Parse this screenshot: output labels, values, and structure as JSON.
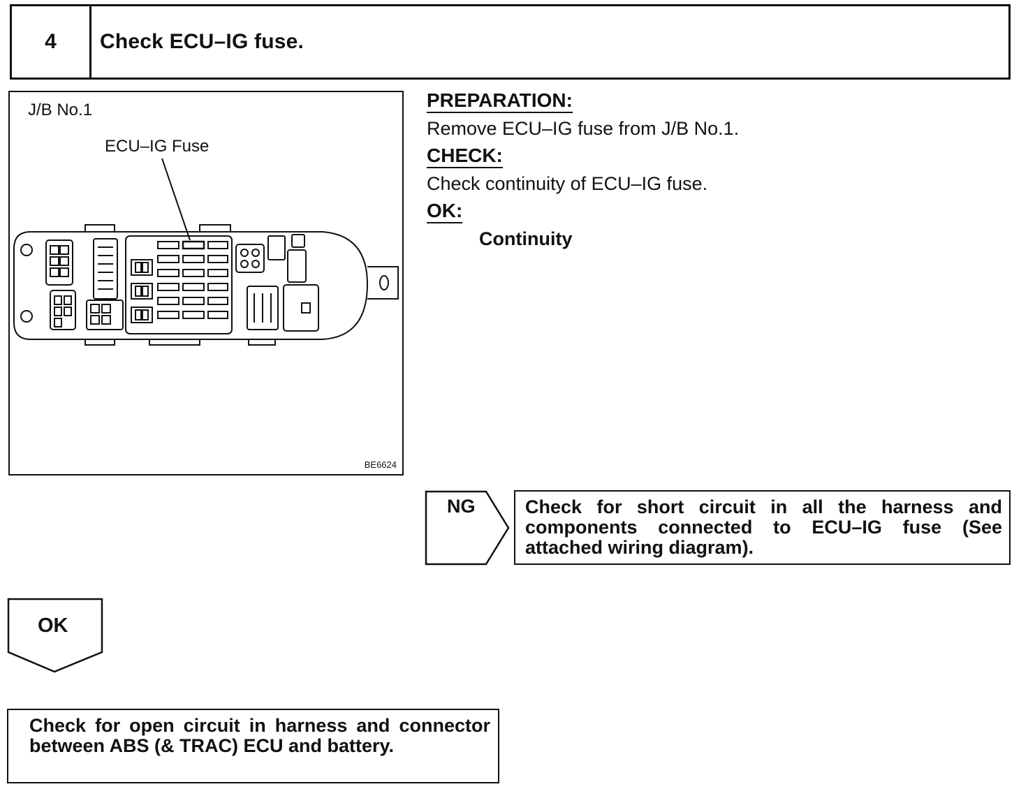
{
  "step": {
    "number": "4",
    "title": "Check ECU–IG fuse."
  },
  "figure": {
    "box_label": "J/B No.1",
    "callout_label": "ECU–IG Fuse",
    "figure_code": "BE6624"
  },
  "instructions": {
    "preparation_heading": "PREPARATION:",
    "preparation_text": "Remove ECU–IG fuse from J/B No.1.",
    "check_heading": "CHECK:",
    "check_text": "Check continuity of ECU–IG fuse.",
    "ok_heading": "OK:",
    "ok_text": "Continuity"
  },
  "ng_branch": {
    "label": "NG",
    "text": "Check for short circuit in all the harness and components connected to ECU–IG fuse (See attached wiring diagram)."
  },
  "ok_branch": {
    "label": "OK"
  },
  "next_step": {
    "text": "Check for open circuit in harness and connector between ABS (& TRAC) ECU and battery."
  }
}
